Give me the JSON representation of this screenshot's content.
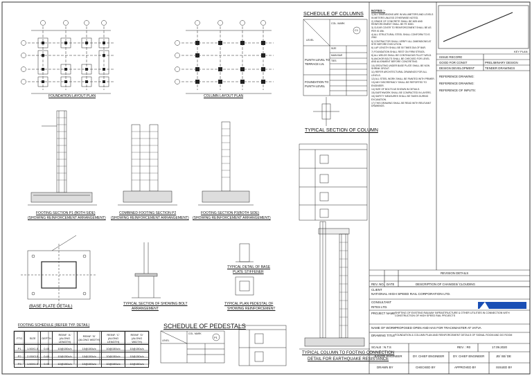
{
  "drawing": {
    "foundation_layout_title": "FOUNDATION LAYOUT PLAN",
    "column_layout_title": "COLUMN LAYOUT PLAN",
    "schedule_columns_title": "SCHEDULE OF COLUMNS",
    "typical_section_column_title": "TYPICAL SECTION OF COLUMN",
    "footing_p1_title": "FOOTING SECTION P1 (BOTH SIDE)",
    "footing_p1_sub": "(SHOWING REINFORCEMENT ARRANGEMENT)",
    "footing_p2_title": "COMBINED FOOTING SECTION P2",
    "footing_p2_sub": "(SHOWING REINFORCEMENT ARRANGEMENT)",
    "footing_p3_title": "FOOTING SECTION P3(BOTH SIDE)",
    "footing_p3_sub": "(SHOWING REINFORCEMENT ARRANGEMENT)",
    "base_plate_title": "(BASE PLATE DETAIL)",
    "holding_bolt_title": "TYPICAL SECTION OF SHOWING BOLT",
    "holding_bolt_sub": "ARRANGEMENT",
    "base_plate_stiffener_title": "TYPICAL DETAIL OF BASE",
    "base_plate_stiffener_sub": "PLATE STIFFENER",
    "plan_pedestal_title": "TYPICAL PLAN PEDESTAL OF",
    "plan_pedestal_sub": "SHOWING REINFORCEMENT",
    "footing_schedule_title": "FOOTING SCHEDULE (REFER TYP. DETAIL)",
    "schedule_pedestals_title": "SCHEDULE OF PEDESTALS",
    "column_to_footing_title": "TYPICAL COLUMN TO FOOTING CONNECTION",
    "column_to_footing_sub": "DETAIL FOR EARTHQUAKE RESISTANCE",
    "plinth_level": "PLINTH LEVEL TO",
    "terrace_level": "TERRACE LVL",
    "foundation_to_plinth": "FOUNDATION TO",
    "plinth_level_2": "PLINTH LEVEL",
    "column_mark": "C1",
    "pedestal_mark": "P1",
    "col_label": "COL. MARK",
    "level_label": "LEVEL",
    "size_label": "SIZE",
    "main_bar": "MAIN BAR",
    "ties": "TIES",
    "footing_headers": [
      "FTG",
      "SIZE",
      "DEPTH",
      "REINF. 'A' (ALONG LENGTH)",
      "REINF. 'B' (ALONG WIDTH)",
      "REINF. 'C' (ALONG LENGTH)",
      "REINF. 'D' (ALONG WIDTH)"
    ],
    "footing_rows": [
      [
        "P1",
        "1.50X1.5",
        "0.45",
        "10@150c/c",
        "10@150c/c",
        "10@150c/c",
        "10@150c/c"
      ],
      [
        "P2",
        "2.00X3.5",
        "0.45",
        "10@150c/c",
        "10@150c/c",
        "10@150c/c",
        "10@150c/c"
      ],
      [
        "P3",
        "1.50X1.5",
        "0.45",
        "10@150c/c",
        "10@150c/c",
        "10@150c/c",
        "10@150c/c"
      ]
    ]
  },
  "notes": {
    "heading": "NOTES :-",
    "items": [
      "1) ALL DIMENSIONS ARE IN MILLIMETERS AND LEVELS IN METERS UNLESS OTHERWISE NOTED.",
      "2) GRADE OF CONCRETE SHALL BE M25 AND REINFORCEMENT SHALL BE FE 500D.",
      "3) CLEAR COVER TO REINFORCEMENT SHALL BE AS PER IS 456.",
      "4) ALL STRUCTURAL STEEL SHALL CONFORM TO IS 2062.",
      "5) CONTRACTOR SHALL VERIFY ALL DIMENSIONS AT SITE BEFORE EXECUTION.",
      "6) LAP LENGTH SHALL BE 50 TIMES DIA OF BAR.",
      "7) FOUNDATION SHALL REST ON FIRM STRATA.",
      "8) ALL WELDS SHALL BE CONTINUOUS FILLET WELD.",
      "9) ANCHOR BOLTS SHALL BE CHECKED FOR LEVEL AND ALIGNMENT BEFORE CONCRETING.",
      "10) GROUTING UNDER BASE PLATE SHALL BE NON SHRINK GROUT.",
      "11) REFER ARCHITECTURAL DRAWINGS FOR ALL LEVELS.",
      "12) ALL STEEL WORK SHALL BE PAINTED WITH PRIMER.",
      "13) ANY DISCREPANCY SHALL BE REPORTED TO ENGINEER.",
      "14) SIZE OF BOLTS AS SHOWN IN DETAILS.",
      "15) EARTHWORK SHALL BE COMPACTED IN LAYERS.",
      "16) SAFETY MEASURES SHALL BE TAKEN DURING EXCAVATION.",
      "17) THIS DRAWING SHALL BE READ WITH RELEVANT DRAWINGS."
    ]
  },
  "title_block": {
    "key_plan": "KEY PLAN",
    "issue_record": "ISSUE RECORD",
    "issue_1": "GOOD FOR CONST",
    "issue_1b": "PRELIMINARY DESIGN",
    "issue_2": "DESIGN DEVELOPMENT",
    "issue_2b": "TENDER DRAWINGS",
    "ref1": "REFERENCE DRAWING:",
    "ref2": "REFERENCE DRAWING:",
    "ref3": "REFERENCE OF INPUTS:",
    "revision_details": "REVISION DETAILS",
    "rev_no": "REV. NO.",
    "date": "DATE",
    "desc": "DESCRIPTION OF CHANGES/ CLOUDING",
    "client_label": "CLIENT",
    "client": "NATIONAL HIGH SPEED RAIL CORPORATION LTD.",
    "consultant_label": "CONSULTANT",
    "consultant": "RITES LTD.",
    "project_label": "PROJECT NAME",
    "project": "SHIFTING OF EXISTING RAILWAY INFRASTRUCTURE & OTHER UTILITIES IN CONNECTION WITH CONSTRUCTION OF HIGH SPEED RAIL PROJECTS",
    "work_label": "NAME OF WORK",
    "work": "PROPOSED OPEN AND HAS FOR TRACKMASTER AT VATVA",
    "drawing_label": "DRAWING TITLE",
    "drawing": "FOUNDATION & COLUMN PLAN AND REINFORCEMENT DETAILS OF SIGNAL ROOM AND DG ROOM",
    "scale": "SCALE : N.T.S",
    "rev": "REV. : R0",
    "date_val": "17.09.2020",
    "signatures": [
      "JUNIOR ENGINEER",
      "DY. CHIEF ENGINEER",
      "DY. CHIEF ENGINEER",
      "JE/ SE/ DE"
    ],
    "roles": [
      "DRAWN BY",
      "CHECKED BY",
      "APPROVED BY",
      "ISSUED BY"
    ]
  }
}
